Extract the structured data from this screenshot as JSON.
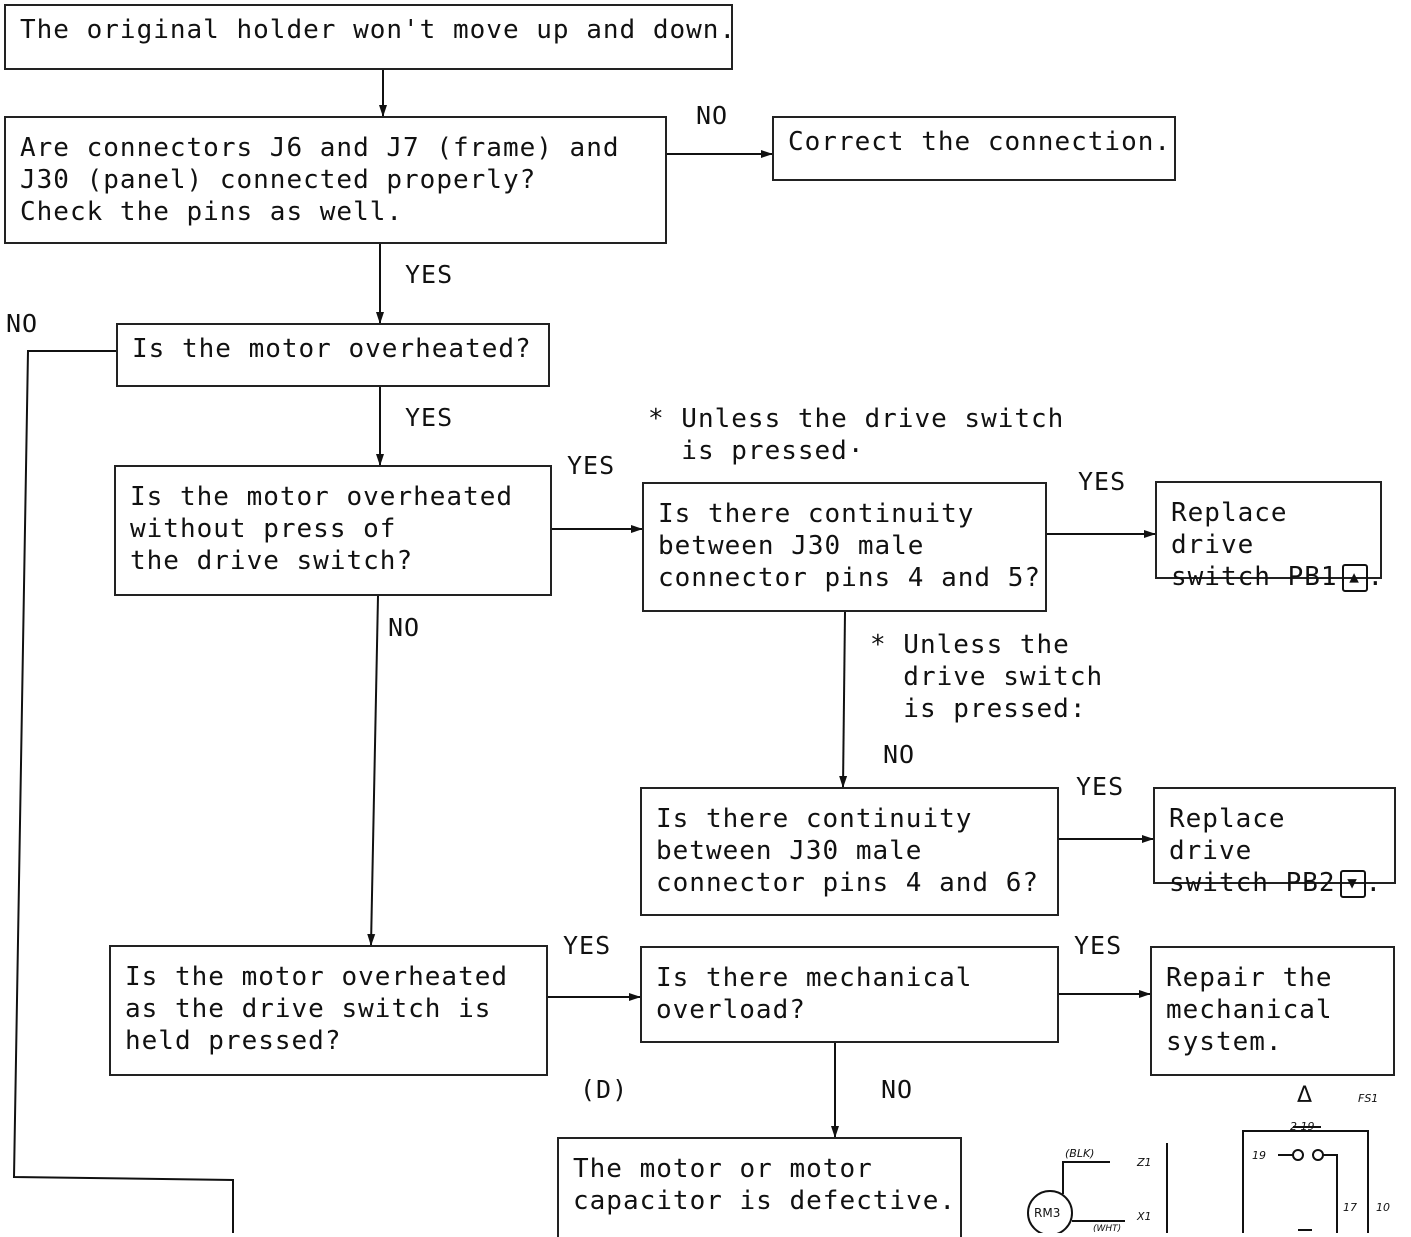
{
  "boxes": {
    "start": "The original holder won't move up and down.",
    "connectors": "Are connectors J6 and J7 (frame) and\nJ30 (panel) connected properly?\nCheck the pins as well.",
    "correct": "Correct the connection.",
    "overheated": "Is the motor overheated?",
    "no_press": "Is the motor overheated\nwithout press of\nthe drive switch?",
    "cont_45": "Is there continuity\nbetween J30 male\nconnector pins 4 and 5?",
    "pb1_line1": "Replace drive",
    "pb1_line2": "switch PB1",
    "pb1_symbol": "▲",
    "pb1_end": ".",
    "cont_46": "Is there continuity\nbetween J30 male\nconnector pins 4 and 6?",
    "pb2_line1": "Replace drive",
    "pb2_line2": "switch PB2",
    "pb2_symbol": "▼",
    "pb2_end": ".",
    "held": "Is the motor overheated\nas the drive switch is\nheld pressed?",
    "mech": "Is there mechanical\noverload?",
    "repair": "Repair the\nmechanical\nsystem.",
    "defective": "The motor or motor\ncapacitor is defective."
  },
  "labels": {
    "no_correct": "NO",
    "yes_connectors": "YES",
    "no_left": "NO",
    "yes_overheated": "YES",
    "note1": "* Unless the drive switch\n  is pressed·",
    "yes_no_press": "YES",
    "yes_pb1": "YES",
    "no_no_press": "NO",
    "note2": "* Unless the\n  drive switch\n  is pressed:",
    "no_cont45": "NO",
    "yes_pb2": "YES",
    "yes_held": "YES",
    "yes_mech": "YES",
    "d_marker": "(D)",
    "no_mech": "NO"
  },
  "schematic": {
    "delta": "Δ",
    "fs": "FS1",
    "blk": "(BLK)",
    "z1": "Z1",
    "rm3": "RM3",
    "x1": "X1",
    "wht": "(WHT)",
    "n19a": "2 19",
    "n19b": "19",
    "n17": "17",
    "n10": "10"
  }
}
